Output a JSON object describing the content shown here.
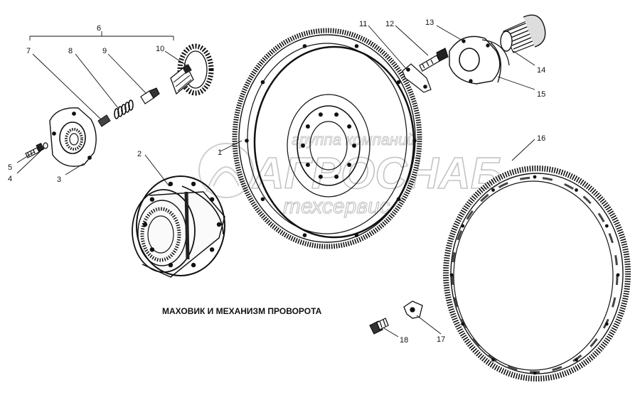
{
  "caption": "МАХОВИК И МЕХАНИЗМ ПРОВОРОТА",
  "watermark": {
    "line1": "группа компаний",
    "line2": "АГРОСНАБ",
    "line3": "техсервис"
  },
  "callouts": [
    "1",
    "2",
    "3",
    "4",
    "5",
    "6",
    "7",
    "8",
    "9",
    "10",
    "11",
    "12",
    "13",
    "14",
    "15",
    "16",
    "17",
    "18"
  ],
  "colors": {
    "ink": "#111111",
    "watermark": "#c4c4c4"
  }
}
